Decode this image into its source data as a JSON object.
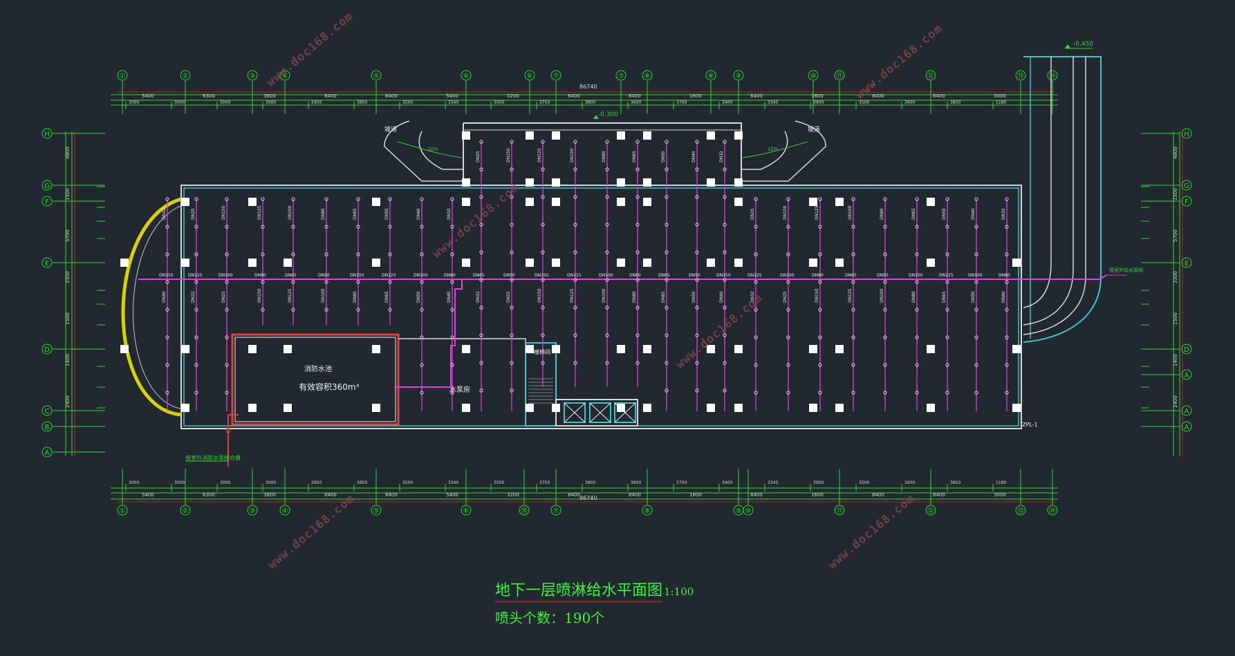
{
  "title": {
    "main": "地下一层喷淋给水平面图",
    "scale": "1:100",
    "sub": "喷头个数：190个"
  },
  "watermark": "www.doc168.com",
  "grid_top": [
    "①",
    "②",
    "③",
    "④",
    "⑤",
    "⑥",
    "⑥",
    "⑦",
    "⑦",
    "⑧",
    "⑧",
    "⑨",
    "⑩",
    "⑪",
    "⑫",
    "⑬",
    "⑭"
  ],
  "grid_bottom": [
    "①",
    "②",
    "③",
    "④",
    "⑤",
    "⑥",
    "⑯",
    "⑦",
    "⑧",
    "⑨",
    "⑩",
    "⑪",
    "⑫",
    "⑬",
    "⑭"
  ],
  "grid_left": [
    "H",
    "G",
    "F",
    "E",
    "D",
    "C",
    "B",
    "A"
  ],
  "grid_right": [
    "H",
    "G",
    "F",
    "E",
    "D",
    "A",
    "A",
    "A"
  ],
  "total_dim": "86740",
  "dims_top": [
    "5400",
    "6300",
    "3800",
    "8400",
    "8400",
    "5400",
    "3200",
    "8400",
    "8400",
    "1600",
    "8400",
    "1600",
    "8400",
    "8400",
    "3000"
  ],
  "dims_top2": [
    "3000",
    "3000",
    "3000",
    "3000",
    "2950",
    "3850",
    "3500",
    "3340",
    "3500",
    "3750",
    "3800",
    "3600",
    "3700",
    "3400",
    "3345",
    "3900",
    "3500",
    "3600",
    "3850",
    "1180"
  ],
  "elev_top": "-0.450",
  "elev_mid": "-0.300",
  "side_dims_left": [
    "4800",
    "1500",
    "5700",
    "3300",
    "1500",
    "1400",
    "2400"
  ],
  "room_labels": {
    "fire_pool": "消防水池",
    "fire_pool_cap": "有效容积360m³",
    "pump_room": "水泵房",
    "stair": "楼梯间",
    "outlet": "接室外消防水泵接合器",
    "riser": "ZPL-1",
    "ramp_left": "坡道",
    "ramp_right": "坡道",
    "slope": "10%",
    "inlet_note": "接室外给水管网"
  },
  "pipe_labels": [
    "DN150",
    "DN125",
    "DN100",
    "DN80",
    "DN65",
    "DN50",
    "DN40",
    "DN32",
    "DN25"
  ]
}
